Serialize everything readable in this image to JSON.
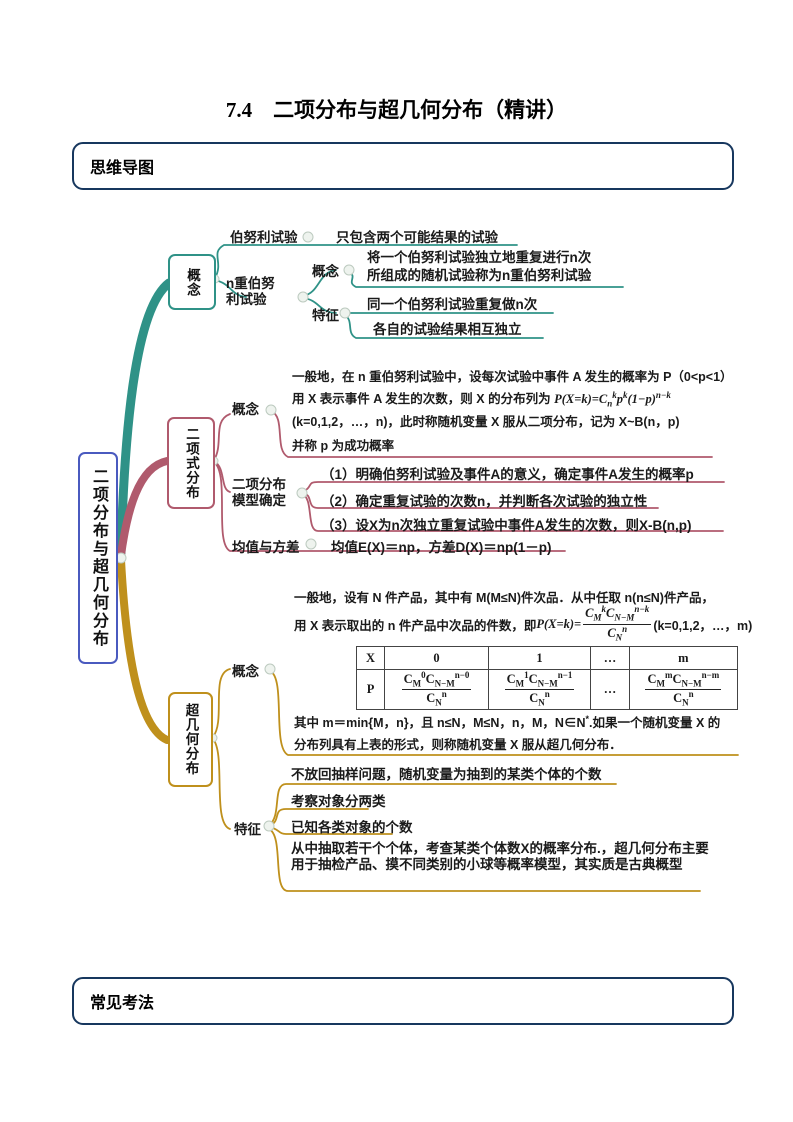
{
  "page_title": "7.4　二项分布与超几何分布（精讲）",
  "sections": {
    "mindmap_header": "思维导图",
    "methods_header": "常见考法"
  },
  "colors": {
    "teal": "#2f9287",
    "maroon": "#b05a6d",
    "gold": "#bf901c",
    "root_border": "#4a5abf",
    "section_border": "#17375e"
  },
  "map": {
    "root": "二项分布与超几何分布",
    "concept": {
      "box": "概念",
      "bernoulli_label": "伯努利试验",
      "bernoulli_def": "只包含两个可能结果的试验",
      "n_label": "n重伯努利试验",
      "n_concept_label": "概念",
      "n_concept_text": "将一个伯努利试验独立地重复进行n次<br>所组成的随机试验称为n重伯努利试验",
      "n_feature_label": "特征",
      "n_features": [
        "同一个伯努利试验重复做n次",
        "各自的试验结果相互独立"
      ]
    },
    "binomial": {
      "box": "二项式分布",
      "concept_label": "概念",
      "concept_lines": [
        "一般地，在 n 重伯努利试验中，设每次试验中事件 A 发生的概率为 P（0<p<1）",
        "用 X 表示事件 A 发生的次数，则 X 的分布列为 <span class='fm'>P(X=k)=C<sub>n</sub><sup>k</sup>p<sup>k</sup>(1−p)<sup>n−k</sup></span>",
        "(k=0,1,2，…，n)，此时称随机变量 X 服从二项分布，记为 X~B(n，p)",
        "并称 p 为成功概率"
      ],
      "model_label": "二项分布模型确定",
      "model_items": [
        "（1）明确伯努利试验及事件A的意义，确定事件A发生的概率p",
        "（2）确定重复试验的次数n，并判断各次试验的独立性",
        "（3）设X为n次独立重复试验中事件A发生的次数，则X-B(n,p)"
      ],
      "mean_label": "均值与方差",
      "mean_text": "均值E(X)＝np，方差D(X)＝np(1－p)"
    },
    "hyper": {
      "box": "超几何分布",
      "concept_label": "概念",
      "line1": "一般地，设有 N 件产品，其中有 M(M≤N)件次品．从中任取 n(n≤N)件产品，",
      "line2": "用 X 表示取出的 n 件产品中次品的件数，即 <span class='fm'>P(X=k)=</span><span class='fm fr'><span class='nu'>C<sub>M</sub><sup>k</sup>C<sub>N−M</sub><sup>n−k</sup></span><span class='de'>C<sub>N</sub><sup>n</sup></span></span>(k=0,1,2，…，m)",
      "line3": "其中 m＝min{M，n}，且 n≤N，M≤N，n，M，N∈N<sup>*</sup>.如果一个随机变量 X 的",
      "line4": "分布列具有上表的形式，则称随机变量 X 服从超几何分布．",
      "table": {
        "h0": "X",
        "h1": "0",
        "h2": "1",
        "h3": "…",
        "h4": "m",
        "p_label": "P",
        "cell1": "<span class='fr'><span class='nu'>C<sub>M</sub><sup>0</sup>C<sub>N−M</sub><sup>n−0</sup></span><span class='de'>C<sub>N</sub><sup>n</sup></span></span>",
        "cell2": "<span class='fr'><span class='nu'>C<sub>M</sub><sup>1</sup>C<sub>N−M</sub><sup>n−1</sup></span><span class='de'>C<sub>N</sub><sup>n</sup></span></span>",
        "cell3": "…",
        "cell4": "<span class='fr'><span class='nu'>C<sub>M</sub><sup>m</sup>C<sub>N−M</sub><sup>n−m</sup></span><span class='de'>C<sub>N</sub><sup>n</sup></span></span>"
      },
      "feature_label": "特征",
      "features": [
        "不放回抽样问题，随机变量为抽到的某类个体的个数",
        "考察对象分两类",
        "已知各类对象的个数",
        "从中抽取若干个个体，考查某类个体数X的概率分布.，超几何分布主要用于抽检产品、摸不同类别的小球等概率模型，其实质是古典概型"
      ]
    }
  }
}
